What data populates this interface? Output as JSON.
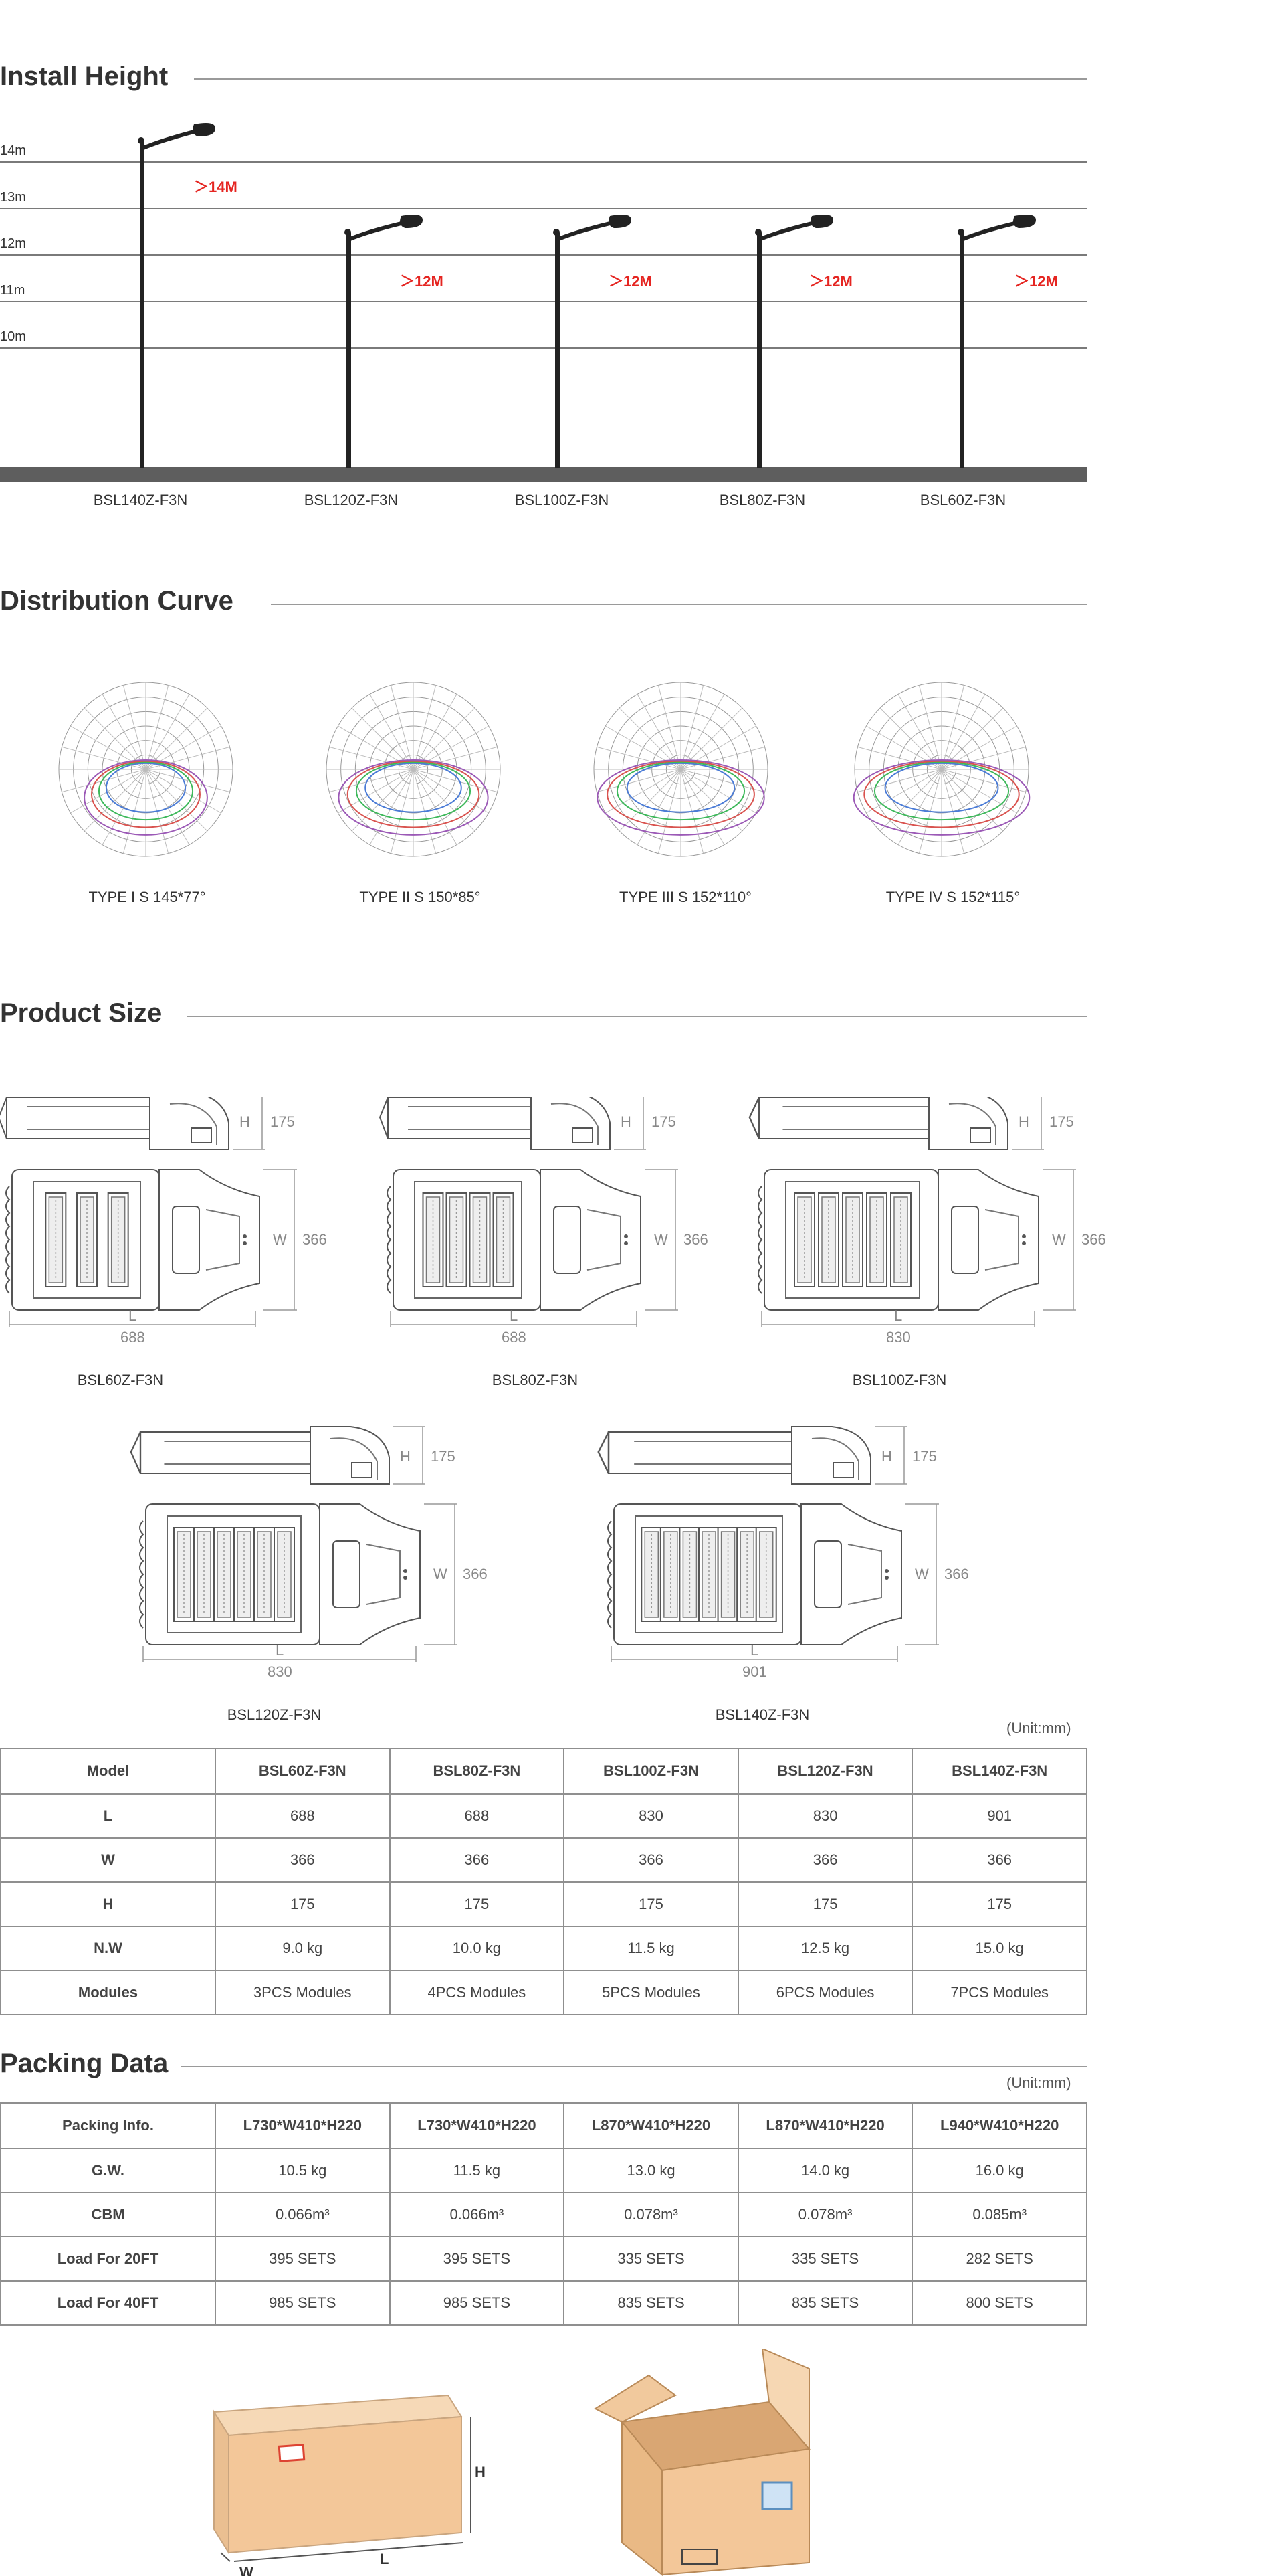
{
  "install": {
    "title": "Install Height",
    "ticks": [
      "14m",
      "13m",
      "12m",
      "11m",
      "10m"
    ],
    "poles": [
      {
        "model": "BSL140Z-F3N",
        "height": "＞14M"
      },
      {
        "model": "BSL120Z-F3N",
        "height": "＞12M"
      },
      {
        "model": "BSL100Z-F3N",
        "height": "＞12M"
      },
      {
        "model": "BSL80Z-F3N",
        "height": "＞12M"
      },
      {
        "model": "BSL60Z-F3N",
        "height": "＞12M"
      }
    ]
  },
  "distribution": {
    "title": "Distribution Curve",
    "curves": [
      {
        "label": "TYPE I S 145*77°"
      },
      {
        "label": "TYPE II S 150*85°"
      },
      {
        "label": "TYPE III S 152*110°"
      },
      {
        "label": "TYPE IV S 152*115°"
      }
    ]
  },
  "product_size": {
    "title": "Product Size",
    "h_label": "H",
    "w_label": "W",
    "l_label": "L",
    "items": [
      {
        "model": "BSL60Z-F3N",
        "h": "175",
        "w": "366",
        "l": "688"
      },
      {
        "model": "BSL80Z-F3N",
        "h": "175",
        "w": "366",
        "l": "688"
      },
      {
        "model": "BSL100Z-F3N",
        "h": "175",
        "w": "366",
        "l": "830"
      },
      {
        "model": "BSL120Z-F3N",
        "h": "175",
        "w": "366",
        "l": "830"
      },
      {
        "model": "BSL140Z-F3N",
        "h": "175",
        "w": "366",
        "l": "901"
      }
    ],
    "unit": "(Unit:mm)"
  },
  "spec_table": {
    "header": [
      "Model",
      "BSL60Z-F3N",
      "BSL80Z-F3N",
      "BSL100Z-F3N",
      "BSL120Z-F3N",
      "BSL140Z-F3N"
    ],
    "rows": [
      [
        "L",
        "688",
        "688",
        "830",
        "830",
        "901"
      ],
      [
        "W",
        "366",
        "366",
        "366",
        "366",
        "366"
      ],
      [
        "H",
        "175",
        "175",
        "175",
        "175",
        "175"
      ],
      [
        "N.W",
        "9.0 kg",
        "10.0 kg",
        "11.5 kg",
        "12.5 kg",
        "15.0 kg"
      ],
      [
        "Modules",
        "3PCS Modules",
        "4PCS Modules",
        "5PCS Modules",
        "6PCS Modules",
        "7PCS Modules"
      ]
    ]
  },
  "packing": {
    "title": "Packing Data",
    "unit": "(Unit:mm)",
    "header": [
      "Packing Info.",
      "L730*W410*H220",
      "L730*W410*H220",
      "L870*W410*H220",
      "L870*W410*H220",
      "L940*W410*H220"
    ],
    "rows": [
      [
        "G.W.",
        "10.5 kg",
        "11.5 kg",
        "13.0 kg",
        "14.0 kg",
        "16.0 kg"
      ],
      [
        "CBM",
        "0.066m³",
        "0.066m³",
        "0.078m³",
        "0.078m³",
        "0.085m³"
      ],
      [
        "Load For 20FT",
        "395 SETS",
        "395 SETS",
        "335 SETS",
        "335 SETS",
        "282 SETS"
      ],
      [
        "Load For 40FT",
        "985 SETS",
        "985 SETS",
        "835 SETS",
        "835 SETS",
        "800 SETS"
      ]
    ],
    "box_labels": {
      "h": "H",
      "w": "W",
      "l": "L"
    }
  }
}
